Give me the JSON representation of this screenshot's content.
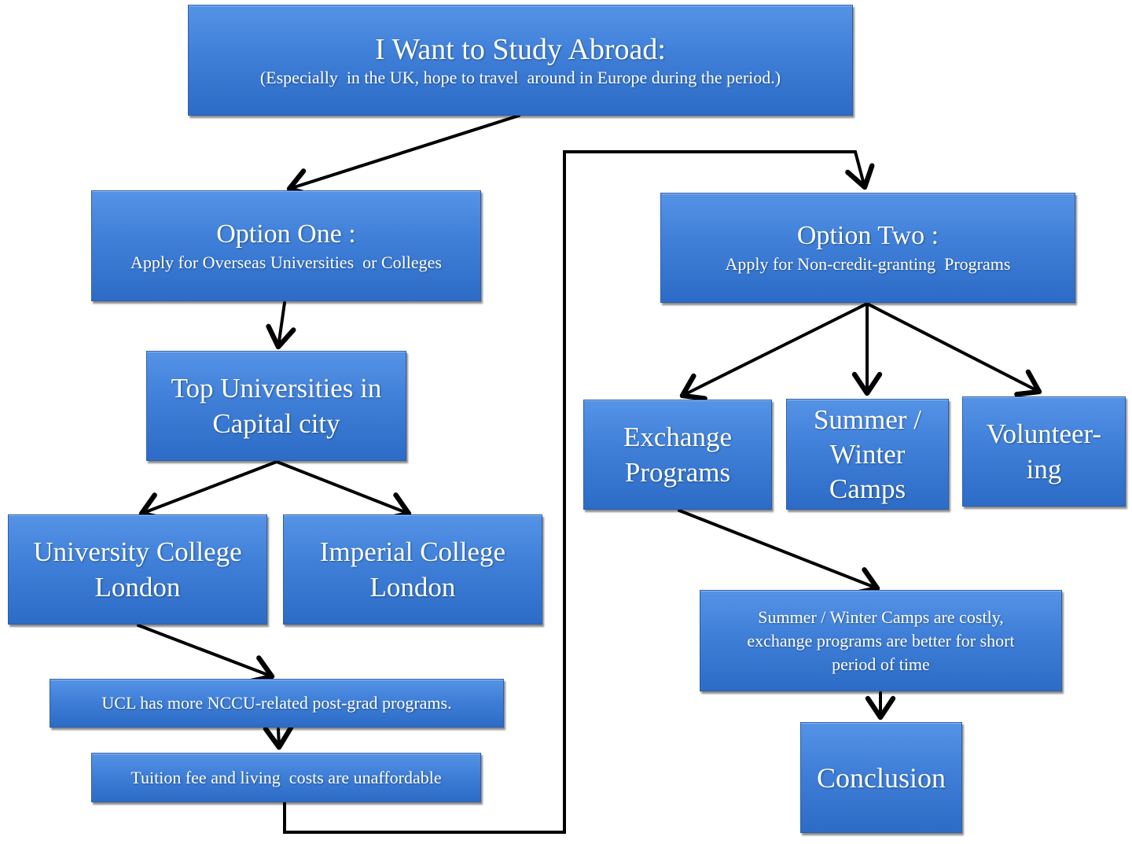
{
  "root": {
    "title": "I Want to Study Abroad:",
    "subtitle": "(Especially  in the UK, hope to travel  around in Europe during the period.)"
  },
  "option_one": {
    "title": "Option One :",
    "subtitle": "Apply for Overseas Universities  or Colleges"
  },
  "top_universities": {
    "line1": "Top Universities in",
    "line2": "Capital city"
  },
  "ucl": {
    "line1": "University College",
    "line2": "London"
  },
  "imperial": {
    "line1": "Imperial College",
    "line2": "London"
  },
  "ucl_note": {
    "text": "UCL has more NCCU-related post-grad programs."
  },
  "tuition_note": {
    "text": "Tuition fee and living  costs are unaffordable"
  },
  "option_two": {
    "title": "Option Two :",
    "subtitle": "Apply for Non-credit-granting  Programs"
  },
  "exchange": {
    "line1": "Exchange",
    "line2": "Programs"
  },
  "camps": {
    "line1": "Summer /",
    "line2": "Winter",
    "line3": "Camps"
  },
  "volunteering": {
    "line1": "Volunteer-",
    "line2": "ing"
  },
  "camps_note": {
    "line1": "Summer / Winter Camps are costly,",
    "line2": "exchange programs are better for short",
    "line3": "period of time"
  },
  "conclusion": {
    "text": "Conclusion"
  }
}
